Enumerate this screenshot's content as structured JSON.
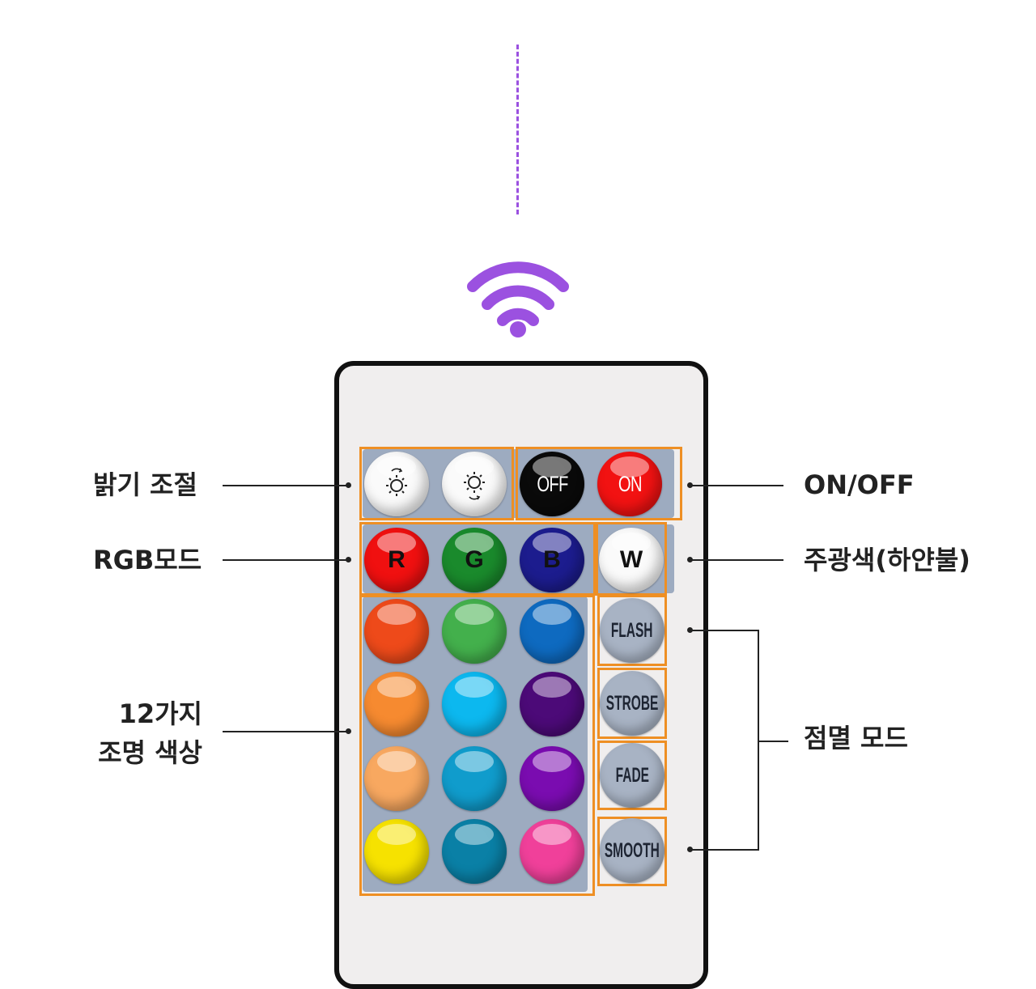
{
  "remote": {
    "buttons": {
      "brightness": [
        "brightness-up-icon",
        "brightness-down-icon"
      ],
      "off": "OFF",
      "on": "ON",
      "rgb": [
        {
          "label": "R",
          "color": "#f01010"
        },
        {
          "label": "G",
          "color": "#1a8a2c"
        },
        {
          "label": "B",
          "color": "#1c1c8e"
        }
      ],
      "white": "W",
      "colors": [
        "#ee4a1a",
        "#43b04c",
        "#0e6ac0",
        "#f68a30",
        "#0cb8ef",
        "#4c0a78",
        "#f8a860",
        "#109ccc",
        "#7a0cb0",
        "#f6e200",
        "#0a80a6",
        "#f0409a"
      ],
      "effects": [
        "FLASH",
        "STROBE",
        "FADE",
        "SMOOTH"
      ]
    }
  },
  "labels": {
    "brightness": "밝기 조절",
    "rgb_mode": "RGB모드",
    "color_line1": "12가지",
    "color_line2": "조명 색상",
    "onoff": "ON/OFF",
    "main_white": "주광색(하얀불)",
    "blink_mode": "점멸 모드"
  },
  "colors": {
    "accent_purple": "#9b51e0",
    "highlight_orange": "#ee8f24",
    "panel_gray": "#9dabc0"
  }
}
